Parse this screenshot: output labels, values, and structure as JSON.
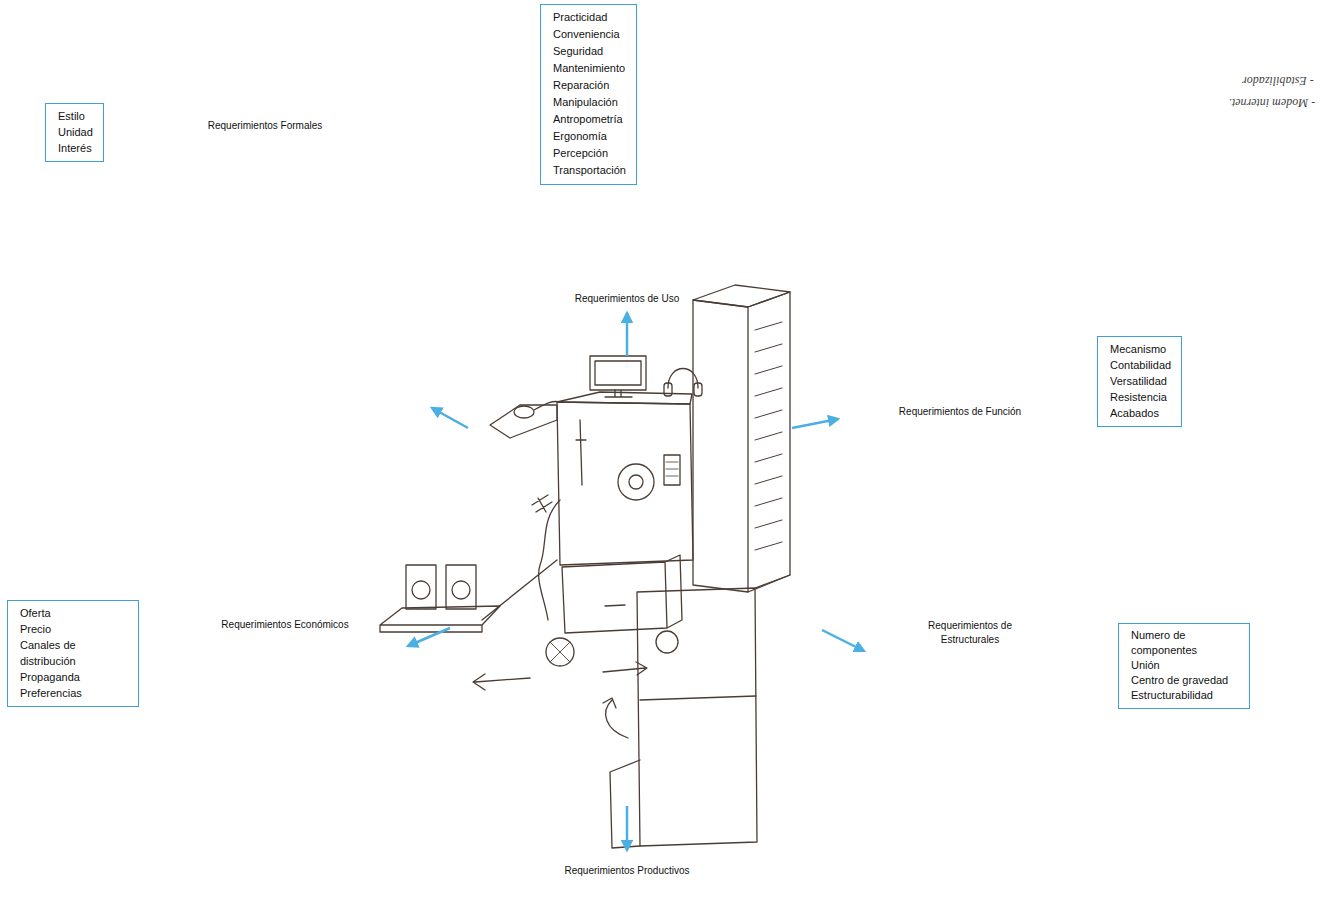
{
  "diagram": {
    "nodes": [
      {
        "text": [
          "Practicidad",
          "Conveniencia",
          "Seguridad",
          "Mantenimiento",
          "Reparación",
          "Manipulación",
          "Antropometría",
          "Ergonomía",
          "Percepción",
          "Transportación"
        ]
      },
      {
        "text": [
          "Estilo",
          "Unidad",
          "Interés"
        ]
      },
      {
        "text": [
          "Mecanismo",
          "Contabilidad",
          "Versatilidad",
          "Resistencia",
          "Acabados"
        ]
      },
      {
        "text": [
          "Oferta",
          "Precio",
          "Canales de distribución",
          "Propaganda",
          "Preferencias"
        ]
      },
      {
        "text": [
          "Numero de componentes",
          "Unión",
          "Centro de gravedad",
          "Estructurabilidad"
        ]
      }
    ],
    "labels": [
      "Requerimientos de Uso",
      "Requerimientos Formales",
      "Requerimientos de Función",
      "Requerimientos Económicos",
      "Requerimientos de Estructurales",
      "Requerimientos Productivos",
      "- Estabilizador",
      "- Modem internet."
    ]
  }
}
